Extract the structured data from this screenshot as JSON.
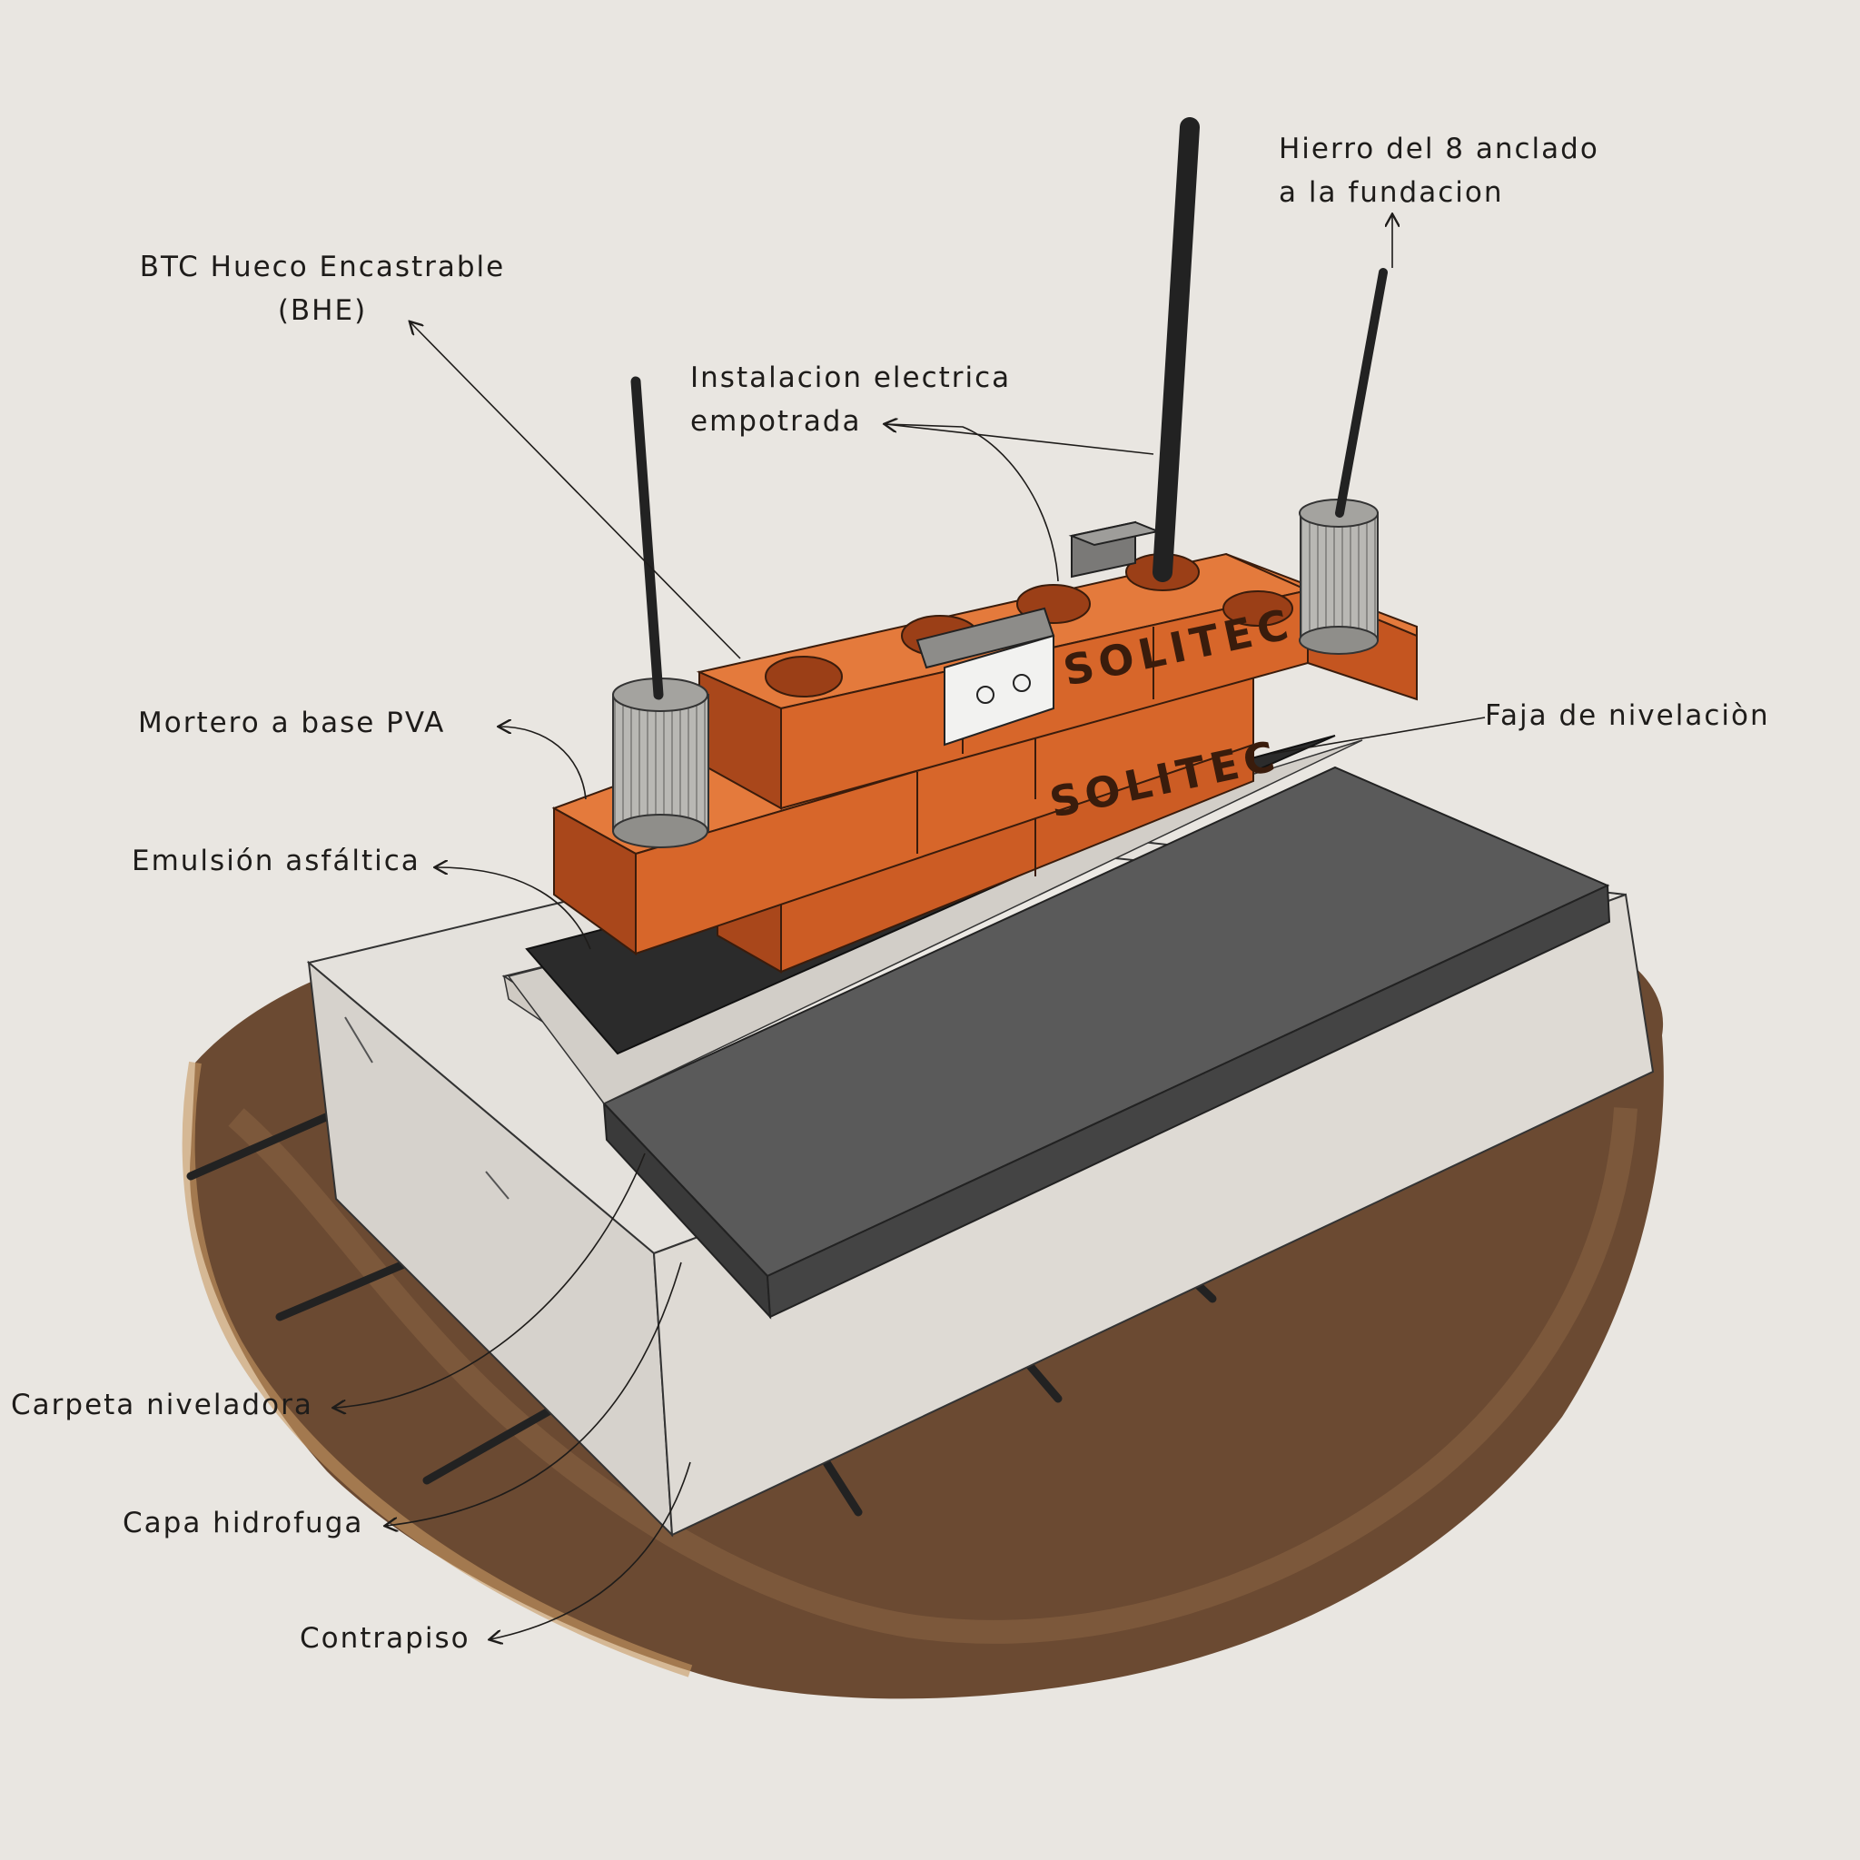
{
  "labels": {
    "btc_line1": "BTC Hueco Encastrable",
    "btc_line2": "(BHE)",
    "hierro_line1": "Hierro del 8 anclado",
    "hierro_line2": "a la fundacion",
    "instalacion_line1": "Instalacion electrica",
    "instalacion_line2": "empotrada",
    "mortero": "Mortero a base PVA",
    "faja": "Faja de nivelaciòn",
    "emulsion": "Emulsión asfáltica",
    "carpeta": "Carpeta niveladora",
    "capa": "Capa hidrofuga",
    "contrapiso": "Contrapiso"
  },
  "brand": {
    "name": "SOLITEC"
  },
  "colors": {
    "paper": "#e9e6e1",
    "brick": "#d7662a",
    "brick_shadow": "#a9471b",
    "brick_top": "#e47a3c",
    "concrete": "#e4e1dc",
    "concrete_shadow": "#c9c4bd",
    "asphalt": "#2b2b2b",
    "carpet": "#565656",
    "soil": "#6b4a32",
    "rebar": "#222222",
    "ink": "#1e1c1a"
  }
}
